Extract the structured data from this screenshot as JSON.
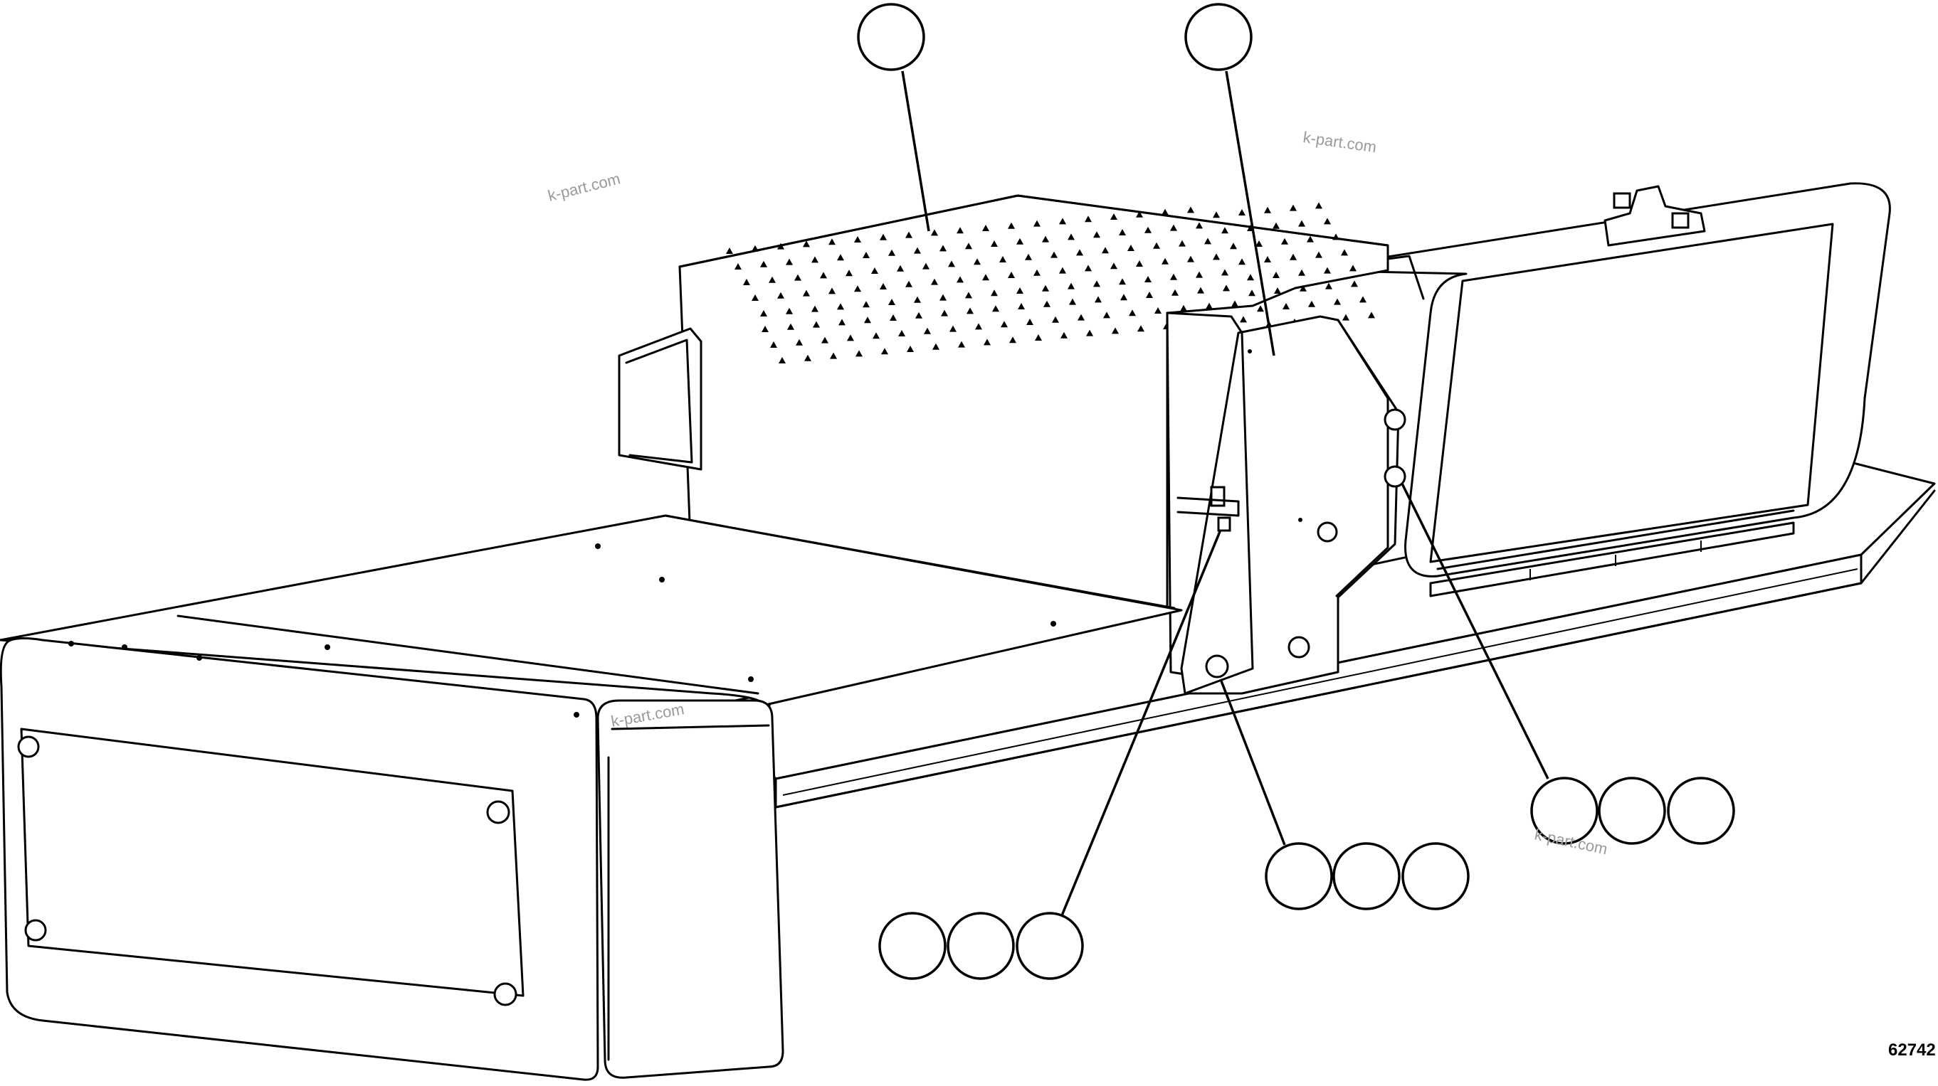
{
  "figure": {
    "number": "62742",
    "watermark": "k-part.com"
  },
  "callouts": [
    {
      "id": "c1",
      "text": ""
    },
    {
      "id": "c2",
      "text": ""
    },
    {
      "id": "c3",
      "text": ""
    },
    {
      "id": "c4",
      "text": ""
    },
    {
      "id": "c5",
      "text": ""
    },
    {
      "id": "c6",
      "text": ""
    },
    {
      "id": "c7",
      "text": ""
    },
    {
      "id": "c8",
      "text": ""
    },
    {
      "id": "c9",
      "text": ""
    },
    {
      "id": "c10",
      "text": ""
    },
    {
      "id": "c11",
      "text": ""
    }
  ],
  "colors": {
    "line": "#000000",
    "background": "#ffffff",
    "watermark": "#9a9a9a"
  }
}
